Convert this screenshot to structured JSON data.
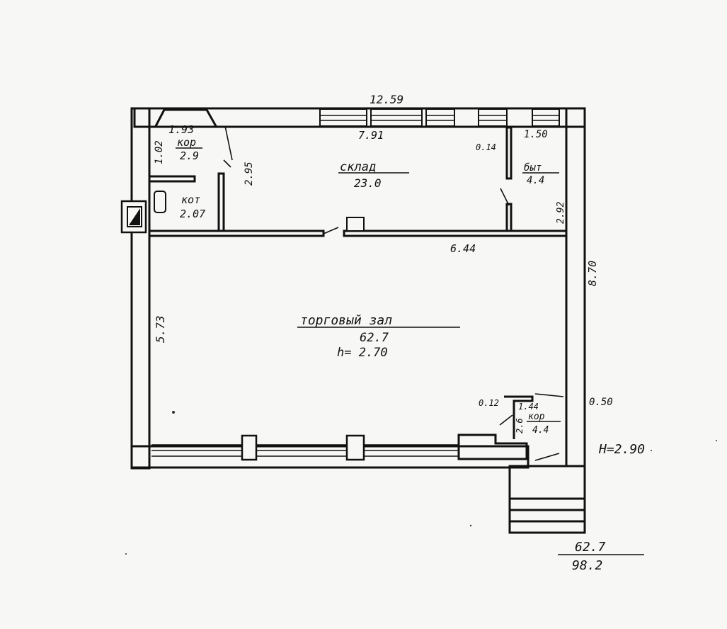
{
  "dimensions": {
    "top_outer": "12.59",
    "top_inner": "7.91",
    "right_outer": "8.70",
    "left_hall": "5.73",
    "left_corridor": "1.02",
    "door_width_top": "0.14",
    "store_width": "1.50",
    "store_height": "2.92",
    "partition_height": "2.95",
    "partition_width": "6.44",
    "right_wall": "0.50",
    "small_door": "0.12",
    "corridor_small_width": "1.44",
    "corridor_small_height": "2.6"
  },
  "rooms": {
    "corridor_top": {
      "width": "1.93",
      "name": "кор",
      "area": "2.9"
    },
    "kitchen": {
      "name": "кот",
      "area": "2.07"
    },
    "storage": {
      "name": "склад",
      "area": "23.0"
    },
    "utility": {
      "name": "быт",
      "area": "4.4"
    },
    "hall": {
      "name": "торговый зал",
      "area": "62.7",
      "height": "h= 2.70"
    },
    "corridor_small": {
      "name": "кор",
      "area": "4.4"
    }
  },
  "ceiling_height": "H=2.90",
  "totals": {
    "numerator": "62.7",
    "denominator": "98.2"
  }
}
